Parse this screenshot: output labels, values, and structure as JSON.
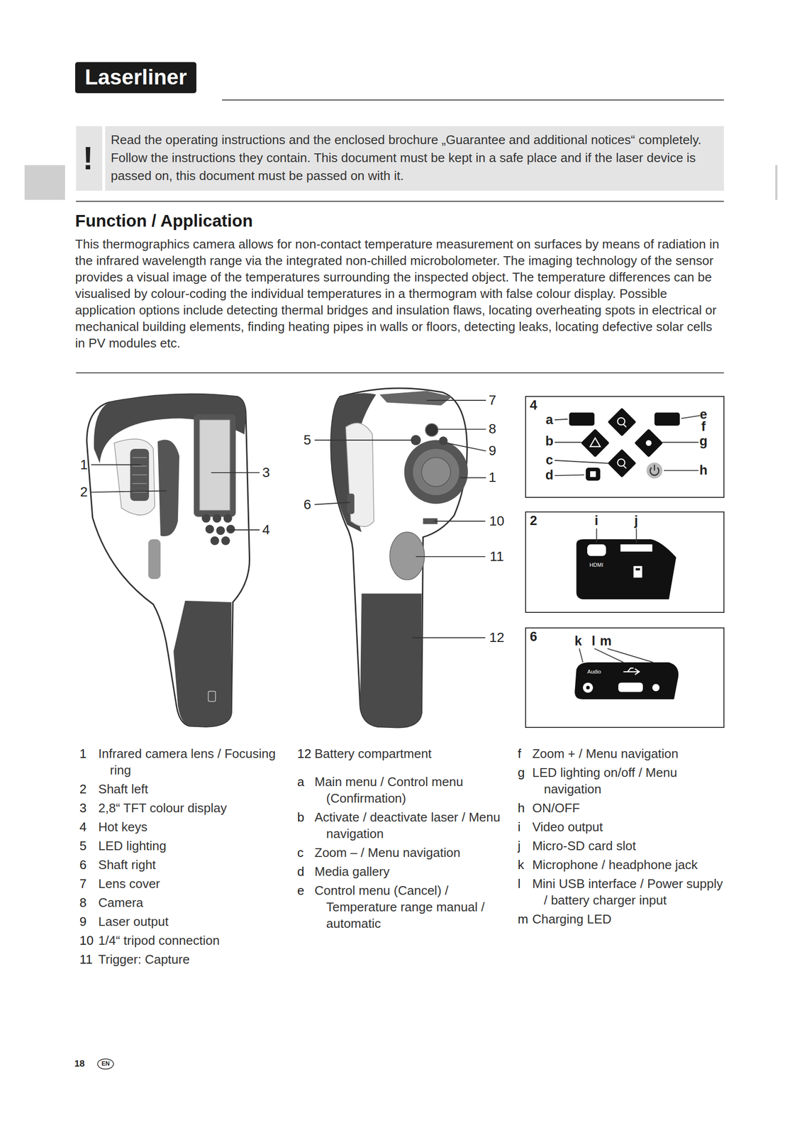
{
  "diagram": {
    "title": "Function / Application",
    "nodes": [
      {
        "text": [
          "Laserliner"
        ]
      },
      {
        "text": [
          "!",
          "Read the operating instructions and the enclosed brochure „Guarantee and additional notices“ completely. Follow the instructions they contain. This document must be kept in a safe place and if the laser device is passed on, this document must be passed on with it."
        ]
      },
      {
        "text": [
          "4",
          "a",
          "b",
          "c",
          "d",
          "e",
          "f",
          "g",
          "h"
        ]
      },
      {
        "text": [
          "2",
          "i",
          "j",
          "HDMI"
        ]
      },
      {
        "text": [
          "6",
          "k",
          "l",
          "m",
          "Audio"
        ]
      }
    ],
    "labels": [
      "This thermographics camera allows for non-contact temperature measurement on surfaces by means of radiation in the infrared wavelength range via the integrated non-chilled microbolometer. The imaging technology of the sensor provides a visual image of the temperatures surrounding the inspected object. The temperature differences can be visualised by colour-coding the individual temperatures in a thermogram with false colour display. Possible application options include detecting thermal bridges and insulation flaws, locating overheating spots in electrical or mechanical building elements, finding heating pipes in walls or floors, detecting leaks, locating defective solar cells in PV modules etc.",
      "1",
      "2",
      "3",
      "4",
      "5",
      "6",
      "7",
      "8",
      "9",
      "1",
      "10",
      "11",
      "12",
      "1",
      "Infrared camera lens / Focusing ring",
      "2",
      "Shaft left",
      "3",
      "2,8“ TFT colour display",
      "4",
      "Hot keys",
      "5",
      "LED lighting",
      "6",
      "Shaft right",
      "7",
      "Lens cover",
      "8",
      "Camera",
      "9",
      "Laser output",
      "10",
      "1/4“ tripod connection",
      "11",
      "Trigger: Capture",
      "12",
      "Battery compartment",
      "a",
      "Main menu / Control menu (Confirmation)",
      "b",
      "Activate / deactivate laser / Menu navigation",
      "c",
      "Zoom – / Menu navigation",
      "d",
      "Media gallery",
      "e",
      "Control menu (Cancel) / Temperature range manual / automatic",
      "f",
      "Zoom + / Menu navigation",
      "g",
      "LED lighting on/off / Menu navigation",
      "h",
      "ON/OFF",
      "i",
      "Video output",
      "j",
      "Micro-SD card slot",
      "k",
      "Microphone / headphone jack",
      "l",
      "Mini USB interface / Power supply / battery charger input",
      "m",
      "Charging LED",
      "18",
      "EN"
    ]
  }
}
